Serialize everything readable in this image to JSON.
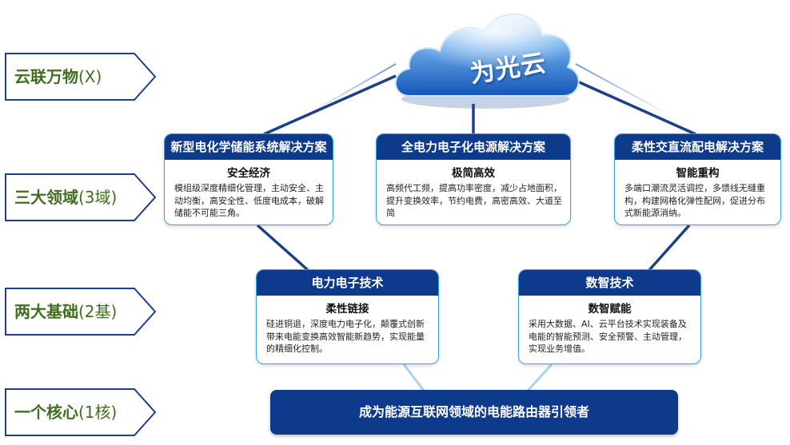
{
  "cloud": {
    "label": "为光云"
  },
  "layers": [
    {
      "name": "云联万物",
      "code": "(X)"
    },
    {
      "name": "三大领域",
      "code": "(3域)"
    },
    {
      "name": "两大基础",
      "code": "(2基)"
    },
    {
      "name": "一个核心",
      "code": "(1核)"
    }
  ],
  "domains": [
    {
      "title": "新型电化学储能系统解决方案",
      "subtitle": "安全经济",
      "body": "模组级深度精细化管理，主动安全、主动均衡，高安全性、低度电成本，破解储能不可能三角。"
    },
    {
      "title": "全电力电子化电源解决方案",
      "subtitle": "极简高效",
      "body": "高频代工频，提高功率密度，减少占地面积，提升变换效率，节约电费，高密高效、大道至简"
    },
    {
      "title": "柔性交直流配电解决方案",
      "subtitle": "智能重构",
      "body": "多端口潮流灵活调控，多馈线无缝重构，构建网格化弹性配网，促进分布式新能源消纳。"
    }
  ],
  "foundations": [
    {
      "title": "电力电子技术",
      "subtitle": "柔性链接",
      "body": "硅进铜退，深度电力电子化，颠覆式创新带来电能变换高效智能新趋势，实现能量的精细化控制。"
    },
    {
      "title": "数智技术",
      "subtitle": "数智赋能",
      "body": "采用大数据、AI、云平台技术实现装备及电能的智能预测、安全预警、主动管理，实现业务增值。"
    }
  ],
  "core": {
    "label": "成为能源互联网领域的电能路由器引领者"
  },
  "colors": {
    "navy": "#0e3a8c",
    "card_border": "#3aa0dd",
    "tag_green": "#3e6e1e",
    "cloud_blue": "#1e73d4",
    "cloud_light": "#e8f2fc"
  }
}
